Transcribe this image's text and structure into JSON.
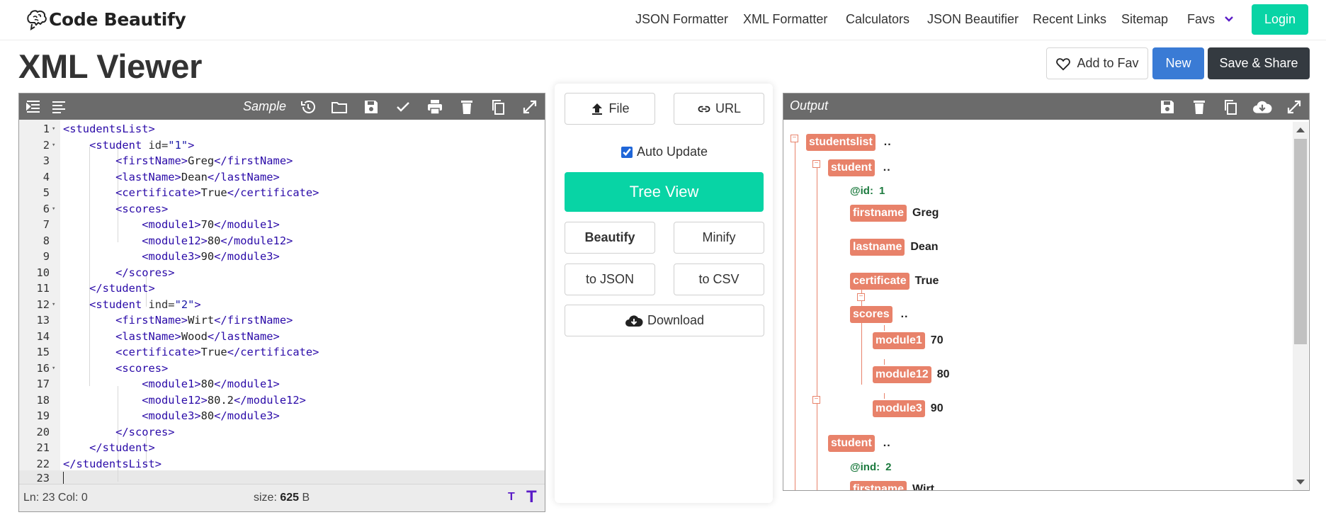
{
  "brand": {
    "name": "Code Beautify"
  },
  "nav": {
    "links": [
      "JSON Formatter",
      "XML Formatter",
      "Calculators",
      "JSON Beautifier",
      "Recent Links",
      "Sitemap",
      "Favs"
    ],
    "login": "Login"
  },
  "page": {
    "title": "XML Viewer",
    "add_fav": "Add to Fav",
    "new": "New",
    "save_share": "Save & Share"
  },
  "editor": {
    "sample_label": "Sample",
    "status": {
      "lncol": "Ln: 23 Col: 0",
      "size_label": "size: ",
      "size_value": "625",
      "size_unit": " B"
    },
    "lines": [
      {
        "n": "1",
        "fold": true
      },
      {
        "n": "2",
        "fold": true
      },
      {
        "n": "3"
      },
      {
        "n": "4"
      },
      {
        "n": "5"
      },
      {
        "n": "6",
        "fold": true
      },
      {
        "n": "7"
      },
      {
        "n": "8"
      },
      {
        "n": "9"
      },
      {
        "n": "10"
      },
      {
        "n": "11"
      },
      {
        "n": "12",
        "fold": true
      },
      {
        "n": "13"
      },
      {
        "n": "14"
      },
      {
        "n": "15"
      },
      {
        "n": "16",
        "fold": true
      },
      {
        "n": "17"
      },
      {
        "n": "18"
      },
      {
        "n": "19"
      },
      {
        "n": "20"
      },
      {
        "n": "21"
      },
      {
        "n": "22"
      },
      {
        "n": "23"
      }
    ],
    "code": {
      "l1": "<studentsList>",
      "l2a": "<student ",
      "l2b": "id=",
      "l2c": "\"1\"",
      "l2d": ">",
      "l3a": "<firstName>",
      "l3b": "Greg",
      "l3c": "</firstName>",
      "l4a": "<lastName>",
      "l4b": "Dean",
      "l4c": "</lastName>",
      "l5a": "<certificate>",
      "l5b": "True",
      "l5c": "</certificate>",
      "l6": "<scores>",
      "l7a": "<module1>",
      "l7b": "70",
      "l7c": "</module1>",
      "l8a": "<module12>",
      "l8b": "80",
      "l8c": "</module12>",
      "l9a": "<module3>",
      "l9b": "90",
      "l9c": "</module3>",
      "l10": "</scores>",
      "l11": "</student>",
      "l12a": "<student ",
      "l12b": "ind=",
      "l12c": "\"2\"",
      "l12d": ">",
      "l13a": "<firstName>",
      "l13b": "Wirt",
      "l13c": "</firstName>",
      "l14a": "<lastName>",
      "l14b": "Wood",
      "l14c": "</lastName>",
      "l15a": "<certificate>",
      "l15b": "True",
      "l15c": "</certificate>",
      "l16": "<scores>",
      "l17a": "<module1>",
      "l17b": "80",
      "l17c": "</module1>",
      "l18a": "<module12>",
      "l18b": "80.2",
      "l18c": "</module12>",
      "l19a": "<module3>",
      "l19b": "80",
      "l19c": "</module3>",
      "l20": "</scores>",
      "l21": "</student>",
      "l22": "</studentsList>"
    }
  },
  "middle": {
    "file": "File",
    "url": "URL",
    "auto_update": "Auto Update",
    "tree_view": "Tree View",
    "beautify": "Beautify",
    "minify": "Minify",
    "to_json": "to JSON",
    "to_csv": "to CSV",
    "download": "Download"
  },
  "output": {
    "label": "Output",
    "tree": {
      "root": "studentslist",
      "student1": "student",
      "attr1_name": "@id:",
      "attr1_value": "1",
      "firstname": "firstname",
      "firstname_v": "Greg",
      "lastname": "lastname",
      "lastname_v": "Dean",
      "certificate": "certificate",
      "certificate_v": "True",
      "scores": "scores",
      "module1": "module1",
      "module1_v": "70",
      "module12": "module12",
      "module12_v": "80",
      "module3": "module3",
      "module3_v": "90",
      "student2": "student",
      "attr2_name": "@ind:",
      "attr2_value": "2",
      "firstname2": "firstname",
      "firstname2_v": "Wirt",
      "dots": ".."
    }
  },
  "colors": {
    "accent": "#08d4a5",
    "new": "#3a7bd5",
    "save": "#343a40",
    "tree_key": "#e8826a",
    "tag": "#2a0aa8"
  }
}
